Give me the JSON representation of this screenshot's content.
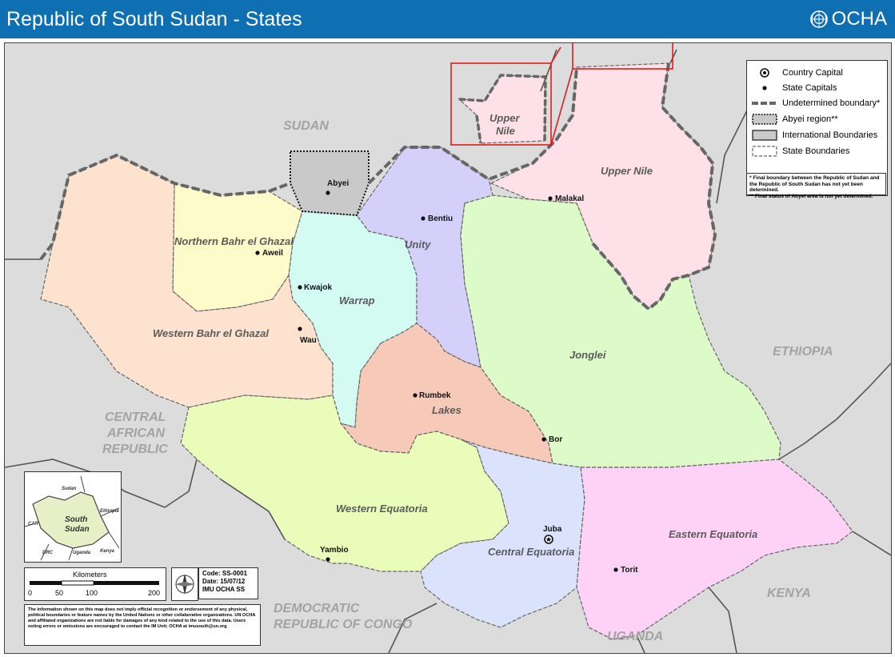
{
  "header": {
    "title": "Republic of South Sudan - States",
    "brand": "OCHA",
    "bg_color": "#0f6fb3"
  },
  "countries": {
    "sudan": "SUDAN",
    "ethiopia": "ETHIOPIA",
    "car_1": "CENTRAL",
    "car_2": "AFRICAN",
    "car_3": "REPUBLIC",
    "drc_1": "DEMOCRATIC",
    "drc_2": "REPUBLIC OF CONGO",
    "uganda": "UGANDA",
    "kenya": "KENYA"
  },
  "states": {
    "upper_nile": "Upper Nile",
    "upper_nile_inset_1": "Upper",
    "upper_nile_inset_2": "Nile",
    "northern_bahr_el_ghazal": "Northern Bahr el Ghazal",
    "western_bahr_el_ghazal": "Western Bahr el Ghazal",
    "warrap": "Warrap",
    "unity": "Unity",
    "jonglei": "Jonglei",
    "lakes": "Lakes",
    "western_equatoria": "Western Equatoria",
    "central_equatoria": "Central Equatoria",
    "eastern_equatoria": "Eastern Equatoria"
  },
  "capitals": {
    "abyei": "Abyei",
    "malakal": "Malakal",
    "bentiu": "Bentiu",
    "aweil": "Aweil",
    "kwajok": "Kwajok",
    "wau": "Wau",
    "rumbek": "Rumbek",
    "bor": "Bor",
    "juba": "Juba",
    "yambio": "Yambio",
    "torit": "Torit"
  },
  "legend": {
    "country_capital": "Country Capital",
    "state_capitals": "State Capitals",
    "undetermined": "Undetermined boundary*",
    "abyei_region": "Abyei region**",
    "international": "International Boundaries",
    "state_boundaries": "State Boundaries",
    "note_1": "* Final boundary between the Republic of Sudan and the Republic of South Sudan has not yet been determined.",
    "note_2": "** Final status of Abyei area is not yet determined."
  },
  "inset": {
    "sudan": "Sudan",
    "south_1": "South",
    "south_2": "Sudan",
    "ethiopia": "Ethiopia",
    "car": "CAR",
    "drc": "DRC",
    "uganda": "Uganda",
    "kenya": "Kenya"
  },
  "scale": {
    "title": "Kilometers",
    "t0": "0",
    "t1": "50",
    "t2": "100",
    "t3": "200"
  },
  "code": {
    "line1": "Code: SS-0001",
    "line2": "Date:  15/07/12",
    "line3": "IMU  OCHA SS"
  },
  "disclaimer": "The information shown on this map does not imply official recognition or endorsement of any physical, political boundaries or feature names by the United Nations or other collaborative organizations. UN OCHA and affiliated organizations are not liable for damages of any kind related to the use of this data. Users noting errors or omissions are encouraged to contact the IM Unit; OCHA at imusouth@un.org",
  "colors": {
    "upper_nile": "#fde0e8",
    "northern_bahr_el_ghazal": "#fdfbc9",
    "western_bahr_el_ghazal": "#fde3cf",
    "warrap": "#d3fbf1",
    "unity": "#d5d0fa",
    "jonglei": "#ddfbc8",
    "lakes": "#f7c9b8",
    "western_equatoria": "#e9fcb9",
    "central_equatoria": "#dbe2fb",
    "eastern_equatoria": "#fdd2f6",
    "abyei": "#c9c9c9",
    "outside": "#dcdcdc"
  }
}
